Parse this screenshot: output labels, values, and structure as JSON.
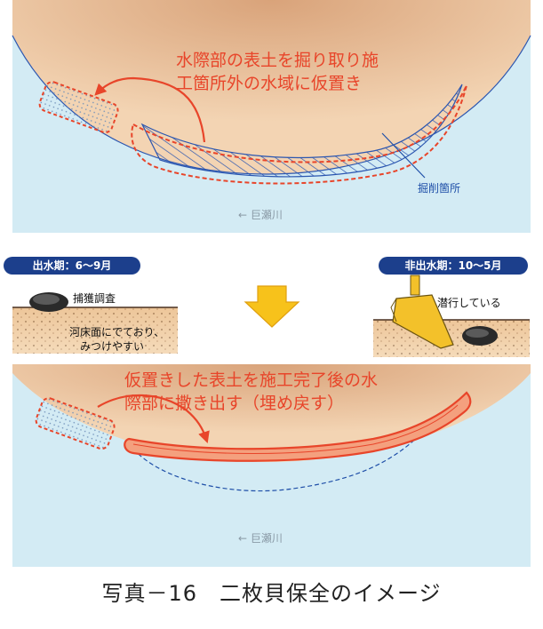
{
  "top_panel": {
    "callout_line1": "水際部の表土を掘り取り施",
    "callout_line2": "工箇所外の水域に仮置き",
    "excavation_label": "掘削箇所",
    "river_label": "← 巨瀬川"
  },
  "middle": {
    "flood_badge": "出水期：6～9月",
    "flood_caption_top": "捕獲調査",
    "flood_caption_line1": "河床面にでており、",
    "flood_caption_line2": "みつけやすい",
    "dry_badge": "非出水期：10～5月",
    "dry_caption": "潜行している"
  },
  "bottom_panel": {
    "callout_line1": "仮置きした表土を施工完了後の水",
    "callout_line2": "際部に撒き出す（埋め戻す）",
    "river_label": "← 巨瀬川"
  },
  "caption": "写真－16　二枚貝保全のイメージ",
  "colors": {
    "water": "#d3ebf4",
    "bank": "#eec9a3",
    "accent_red": "#e8452a",
    "accent_blue": "#1f4fa8",
    "badge": "#1c3f8c",
    "arrow_yellow": "#f7c21b"
  }
}
